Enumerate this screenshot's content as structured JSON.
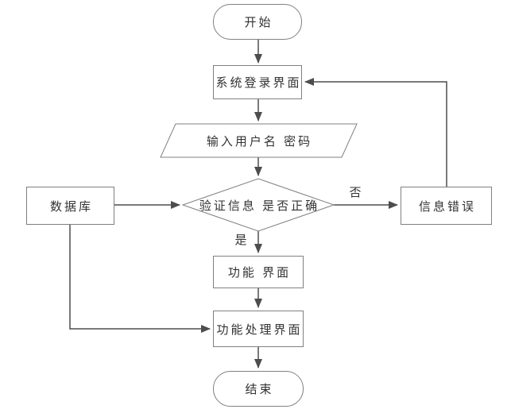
{
  "diagram": {
    "kind": "flowchart",
    "nodes": {
      "start": {
        "label": "开始",
        "shape": "terminator"
      },
      "login": {
        "label": "系统登录界面",
        "shape": "process"
      },
      "input": {
        "label": "输入用户名 密码",
        "shape": "data"
      },
      "verify": {
        "label": "验证信息 是否正确",
        "shape": "decision"
      },
      "database": {
        "label": "数据库",
        "shape": "process"
      },
      "error": {
        "label": "信息错误",
        "shape": "process"
      },
      "function_ui": {
        "label": "功能 界面",
        "shape": "process"
      },
      "function_process": {
        "label": "功能处理界面",
        "shape": "process"
      },
      "end": {
        "label": "结束",
        "shape": "terminator"
      }
    },
    "edge_labels": {
      "no": "否",
      "yes": "是"
    },
    "edges": [
      "start -> login",
      "login -> input",
      "input -> verify",
      "database -> verify",
      "verify -> error (否)",
      "error -> login",
      "verify -> function_ui (是)",
      "function_ui -> function_process",
      "database -> function_process",
      "function_process -> end"
    ],
    "colors": {
      "background": "#ffffff",
      "connector_line": "#4d4d4d",
      "shape_border": "#808080",
      "shape_fill": "#ffffff",
      "text": "#333333"
    }
  }
}
